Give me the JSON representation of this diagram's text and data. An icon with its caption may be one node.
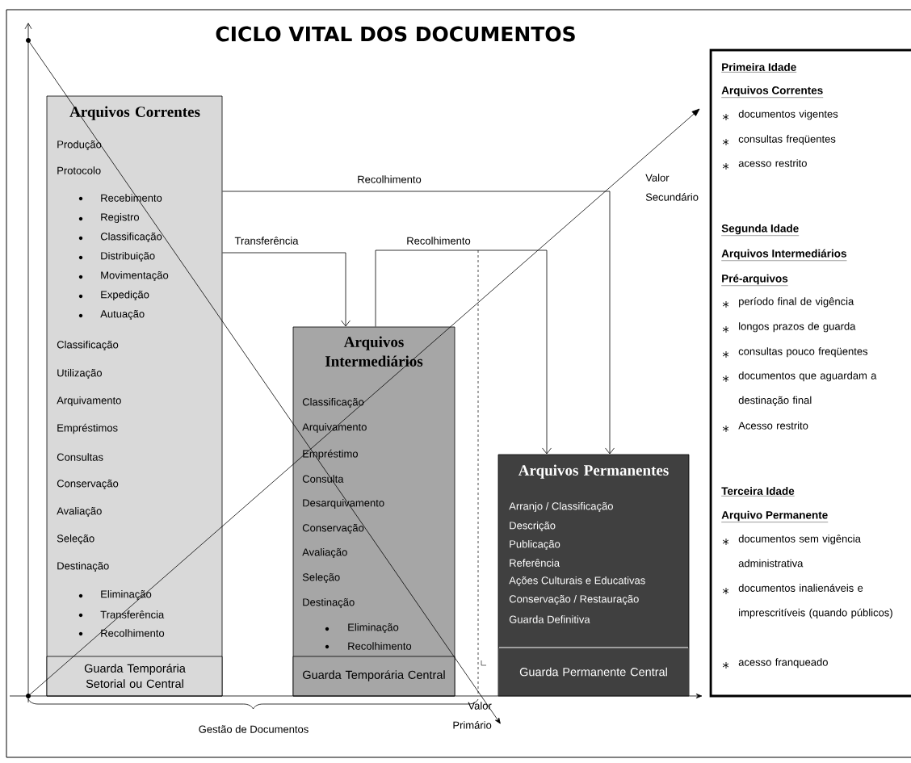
{
  "diagram": {
    "title": "CICLO VITAL DOS DOCUMENTOS",
    "nodes": [
      {
        "text": [
          "Arquivos Correntes",
          "Produção",
          "Protocolo",
          "Recebimento",
          "Registro",
          "Classificação",
          "Distribuição",
          "Movimentação",
          "Expedição",
          "Autuação",
          "Classificação",
          "Utilização",
          "Arquivamento",
          "Empréstimos",
          "Consultas",
          "Conservação",
          "Avaliação",
          "Seleção",
          "Destinação",
          "Eliminação",
          "Transferência",
          "Recolhimento"
        ]
      },
      {
        "text": [
          "Guarda Temporária Setorial ou Central"
        ],
        "in": 0
      },
      {
        "text": [
          "Arquivos Intermediários",
          "Classificação",
          "Arquivamento",
          "Empréstimo",
          "Consulta",
          "Desarquivamento",
          "Conservação",
          "Avaliação",
          "Seleção",
          "Destinação",
          "Eliminação",
          "Recolhimento"
        ]
      },
      {
        "text": [
          "Guarda Temporária Central"
        ],
        "in": 2
      },
      {
        "text": [
          "Arquivos Permanentes",
          "Arranjo / Classificação",
          "Descrição",
          "Publicação",
          "Referência",
          "Ações Culturais e Educativas",
          "Conservação / Restauração",
          "Guarda Definitiva"
        ]
      },
      {
        "text": [
          "Guarda Permanente Central"
        ],
        "in": 4
      },
      {
        "text": [
          "Primeira Idade",
          "Arquivos Correntes",
          "documentos vigentes",
          "consultas freqüentes",
          "acesso restrito",
          "Segunda Idade",
          "Arquivos Intermediários",
          "Pré-arquivos",
          "período final de vigência",
          "longos prazos de guarda",
          "consultas pouco freqüentes",
          "documentos que aguardam a destinação final",
          "Acesso restrito",
          "Terceira Idade",
          "Arquivo Permanente",
          "documentos sem vigência administrativa",
          "documentos inalienáveis e imprescritíveis (quando públicos)",
          "acesso franqueado"
        ]
      }
    ],
    "edges": [
      {
        "from": 0,
        "to": 4,
        "arrow": "to",
        "label": "Recolhimento"
      },
      {
        "from": 0,
        "to": 2,
        "arrow": "to",
        "label": "Transferência"
      },
      {
        "from": 2,
        "to": 4,
        "arrow": "to",
        "label": "Recolhimento"
      }
    ],
    "labels": [
      "Valor Secundário",
      "Valor Primário",
      "Gestão de Documentos"
    ]
  }
}
